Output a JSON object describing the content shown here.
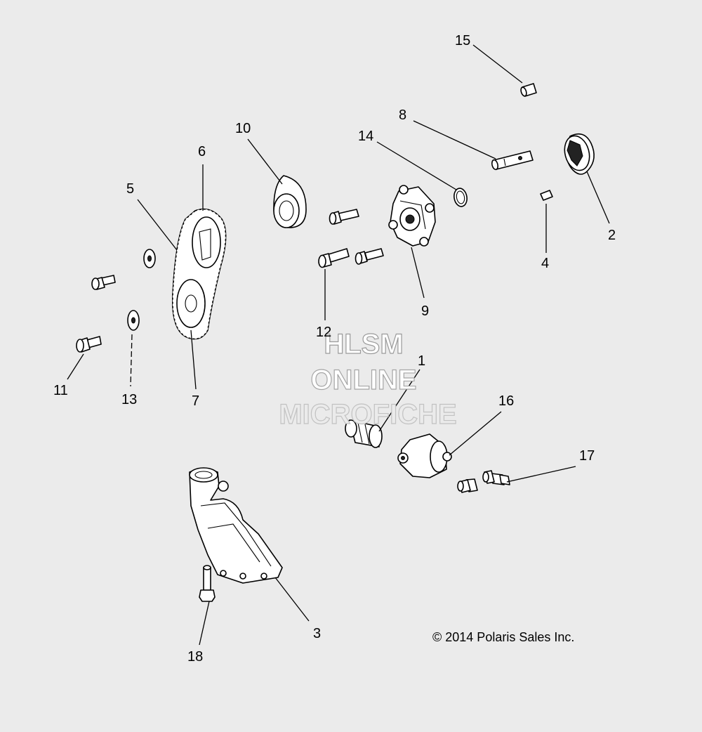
{
  "callouts": {
    "n1": "1",
    "n2": "2",
    "n3": "3",
    "n4": "4",
    "n5": "5",
    "n6": "6",
    "n7": "7",
    "n8": "8",
    "n9": "9",
    "n10": "10",
    "n11": "11",
    "n12": "12",
    "n13": "13",
    "n14": "14",
    "n15": "15",
    "n16": "16",
    "n17": "17",
    "n18": "18"
  },
  "copyright": "© 2014 Polaris Sales Inc.",
  "watermark": {
    "line1": "HLSM",
    "line2": "ONLINE",
    "line3": "MICROFICHE"
  },
  "colors": {
    "background": "#ebebeb",
    "ink": "#000000",
    "watermark": "#bdbdbd"
  }
}
